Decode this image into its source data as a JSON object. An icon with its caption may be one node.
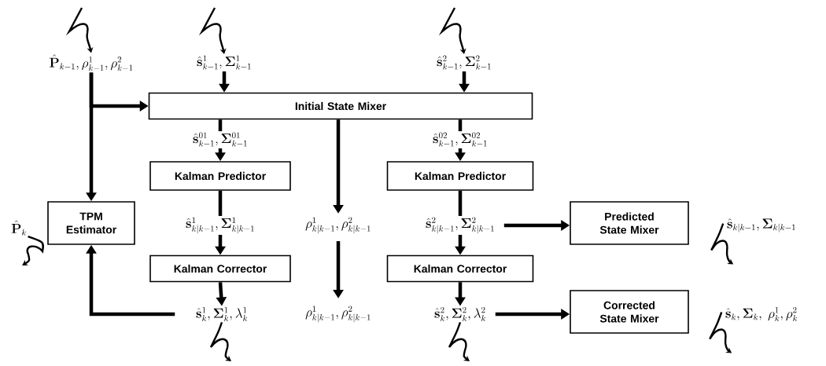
{
  "diagram": {
    "nodes": [
      {
        "text": [
          "\\hat{\\mathbf{P}}_{k-1}, \\rho^1_{k-1}, \\rho^2_{k-1}"
        ]
      },
      {
        "text": [
          "\\hat{\\mathbf{s}}^1_{k-1}, \\mathbf{\\Sigma}^1_{k-1}"
        ]
      },
      {
        "text": [
          "\\hat{\\mathbf{s}}^2_{k-1}, \\mathbf{\\Sigma}^2_{k-1}"
        ]
      },
      {
        "text": [
          "Initial State Mixer"
        ]
      },
      {
        "text": [
          "\\hat{\\mathbf{s}}^{01}_{k-1}, \\mathbf{\\Sigma}^{01}_{k-1}"
        ]
      },
      {
        "text": [
          "\\hat{\\mathbf{s}}^{02}_{k-1}, \\mathbf{\\Sigma}^{02}_{k-1}"
        ]
      },
      {
        "text": [
          "Kalman Predictor"
        ]
      },
      {
        "text": [
          "Kalman Predictor"
        ]
      },
      {
        "text": [
          "TPM Estimator"
        ]
      },
      {
        "text": [
          "\\hat{\\mathbf{s}}^1_{k|k-1}, \\mathbf{\\Sigma}^1_{k|k-1}"
        ]
      },
      {
        "text": [
          "\\rho^1_{k|k-1}, \\rho^2_{k|k-1}"
        ]
      },
      {
        "text": [
          "\\hat{\\mathbf{s}}^2_{k|k-1}, \\mathbf{\\Sigma}^2_{k|k-1}"
        ]
      },
      {
        "text": [
          "Predicted State Mixer"
        ]
      },
      {
        "text": [
          "\\hat{\\mathbf{s}}_{k|k-1}, \\mathbf{\\Sigma}_{k|k-1}"
        ]
      },
      {
        "text": [
          "\\hat{\\mathbf{P}}_k"
        ]
      },
      {
        "text": [
          "Kalman Corrector"
        ]
      },
      {
        "text": [
          "Kalman Corrector"
        ]
      },
      {
        "text": [
          "\\hat{\\mathbf{s}}^1_k, \\mathbf{\\Sigma}^1_k, \\lambda^1_k"
        ]
      },
      {
        "text": [
          "\\rho^1_{k|k-1}, \\rho^2_{k|k-1}"
        ]
      },
      {
        "text": [
          "\\hat{\\mathbf{s}}^2_k, \\mathbf{\\Sigma}^2_k, \\lambda^2_k"
        ]
      },
      {
        "text": [
          "Corrected State Mixer"
        ]
      },
      {
        "text": [
          "\\hat{\\mathbf{s}}_k, \\mathbf{\\Sigma}_k,\\ \\rho^1_k, \\rho^2_k"
        ]
      }
    ],
    "edges": [
      {
        "from": 0,
        "to": 3,
        "arrow": "to"
      },
      {
        "from": 0,
        "to": 8,
        "arrow": "to"
      },
      {
        "from": 1,
        "to": 3,
        "arrow": "to"
      },
      {
        "from": 2,
        "to": 3,
        "arrow": "to"
      },
      {
        "from": 3,
        "to": 4,
        "arrow": "none"
      },
      {
        "from": 3,
        "to": 5,
        "arrow": "none"
      },
      {
        "from": 4,
        "to": 6,
        "arrow": "to"
      },
      {
        "from": 5,
        "to": 7,
        "arrow": "to"
      },
      {
        "from": 3,
        "to": 10,
        "arrow": "to"
      },
      {
        "from": 6,
        "to": 9,
        "arrow": "none"
      },
      {
        "from": 7,
        "to": 11,
        "arrow": "none"
      },
      {
        "from": 9,
        "to": 15,
        "arrow": "to"
      },
      {
        "from": 11,
        "to": 16,
        "arrow": "to"
      },
      {
        "from": 10,
        "to": 18,
        "arrow": "to"
      },
      {
        "from": 11,
        "to": 12,
        "arrow": "to"
      },
      {
        "from": 15,
        "to": 17,
        "arrow": "to"
      },
      {
        "from": 16,
        "to": 19,
        "arrow": "to"
      },
      {
        "from": 19,
        "to": 20,
        "arrow": "to"
      },
      {
        "from": 17,
        "to": 8,
        "arrow": "to"
      },
      {
        "from": null,
        "to": 0,
        "arrow": "to"
      },
      {
        "from": null,
        "to": 1,
        "arrow": "to"
      },
      {
        "from": null,
        "to": 2,
        "arrow": "to"
      },
      {
        "from": 17,
        "to": null,
        "arrow": "to"
      },
      {
        "from": 19,
        "to": null,
        "arrow": "to"
      },
      {
        "from": 14,
        "to": null,
        "arrow": "to"
      },
      {
        "from": 13,
        "to": null,
        "arrow": "to"
      },
      {
        "from": 21,
        "to": null,
        "arrow": "to"
      }
    ]
  }
}
